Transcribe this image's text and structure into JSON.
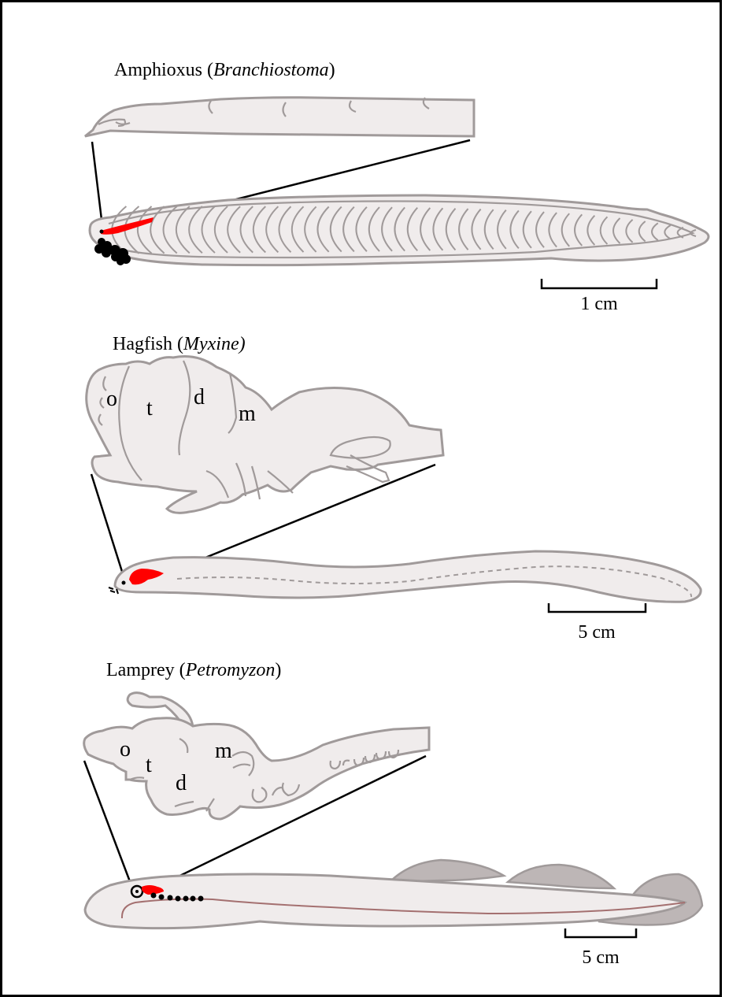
{
  "panels": [
    {
      "title_common": "Amphioxus (",
      "title_genus": "Branchiostoma",
      "title_close": ")",
      "scale_label": "1 cm"
    },
    {
      "title_common": "Hagfish (",
      "title_genus": "Myxine)",
      "title_close": "",
      "scale_label": "5 cm",
      "regions": [
        "o",
        "t",
        "d",
        "m"
      ]
    },
    {
      "title_common": "Lamprey (",
      "title_genus": "Petromyzon",
      "title_close": ")",
      "scale_label": "5 cm",
      "regions": [
        "o",
        "t",
        "d",
        "m"
      ]
    }
  ],
  "colors": {
    "brain_highlight": "#ff0000",
    "body_fill": "#f0ecec",
    "outline": "#a09a9a",
    "fin_fill": "#bdb6b6"
  }
}
